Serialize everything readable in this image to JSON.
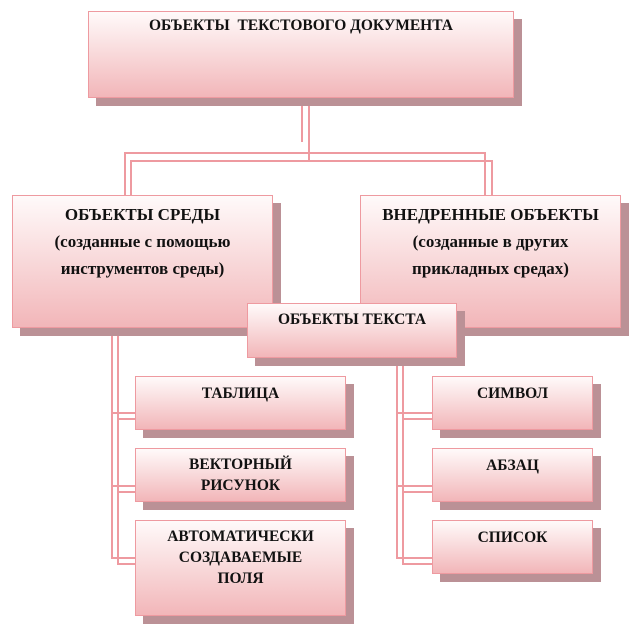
{
  "root": {
    "title": "ОБЪЕКТЫ  ТЕКСТОВОГО ДОКУМЕНТА"
  },
  "env_objects": {
    "title": "ОБЪЕКТЫ СРЕДЫ",
    "line2": "(созданные с помощью",
    "line3": "инструментов среды)"
  },
  "embedded_objects": {
    "title": "ВНЕДРЕННЫЕ ОБЪЕКТЫ",
    "line2": "(созданные в других",
    "line3": "прикладных средах)"
  },
  "text_objects": {
    "title": "ОБЪЕКТЫ ТЕКСТА"
  },
  "env_children": [
    {
      "lines": [
        "ТАБЛИЦА"
      ]
    },
    {
      "lines": [
        "ВЕКТОРНЫЙ",
        "РИСУНОК"
      ]
    },
    {
      "lines": [
        "АВТОМАТИЧЕСКИ",
        "СОЗДАВАЕМЫЕ",
        "ПОЛЯ"
      ]
    }
  ],
  "text_children": [
    {
      "lines": [
        "СИМВОЛ"
      ]
    },
    {
      "lines": [
        "АБЗАЦ"
      ]
    },
    {
      "lines": [
        "СПИСОК"
      ]
    }
  ]
}
